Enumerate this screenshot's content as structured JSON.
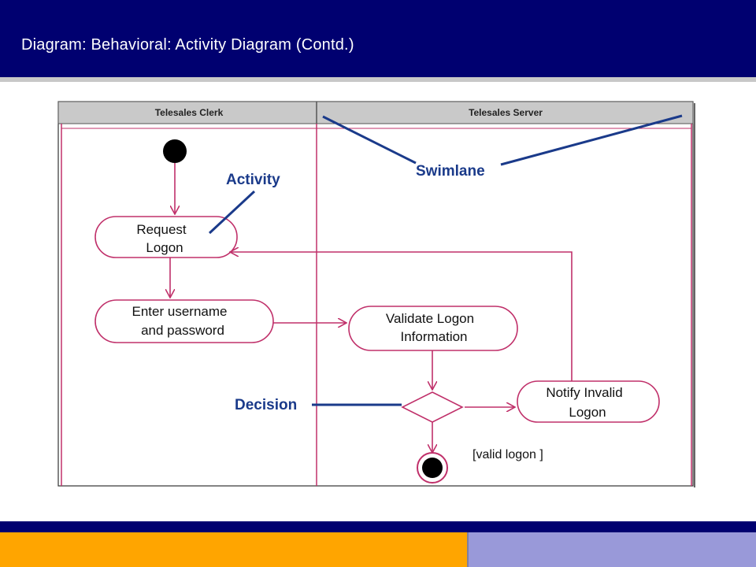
{
  "slide": {
    "title": "Diagram: Behavioral: Activity Diagram (Contd.)"
  },
  "colors": {
    "title_bar": "#000070",
    "footer_orange": "#ffa500",
    "footer_lavender": "#9999d9",
    "flow_line": "#c0306a",
    "annotation_line": "#1a3a8a"
  },
  "diagram": {
    "lanes": [
      "Telesales Clerk",
      "Telesales Server"
    ],
    "activities": {
      "request_logon": [
        "Request",
        "Logon"
      ],
      "enter_credentials": [
        "Enter username",
        "and password"
      ],
      "validate_logon": [
        "Validate Logon",
        "Information"
      ],
      "notify_invalid": [
        "Notify Invalid",
        "Logon"
      ]
    },
    "guard": "[valid logon ]",
    "annotations": {
      "activity": "Activity",
      "swimlane": "Swimlane",
      "decision": "Decision"
    }
  }
}
